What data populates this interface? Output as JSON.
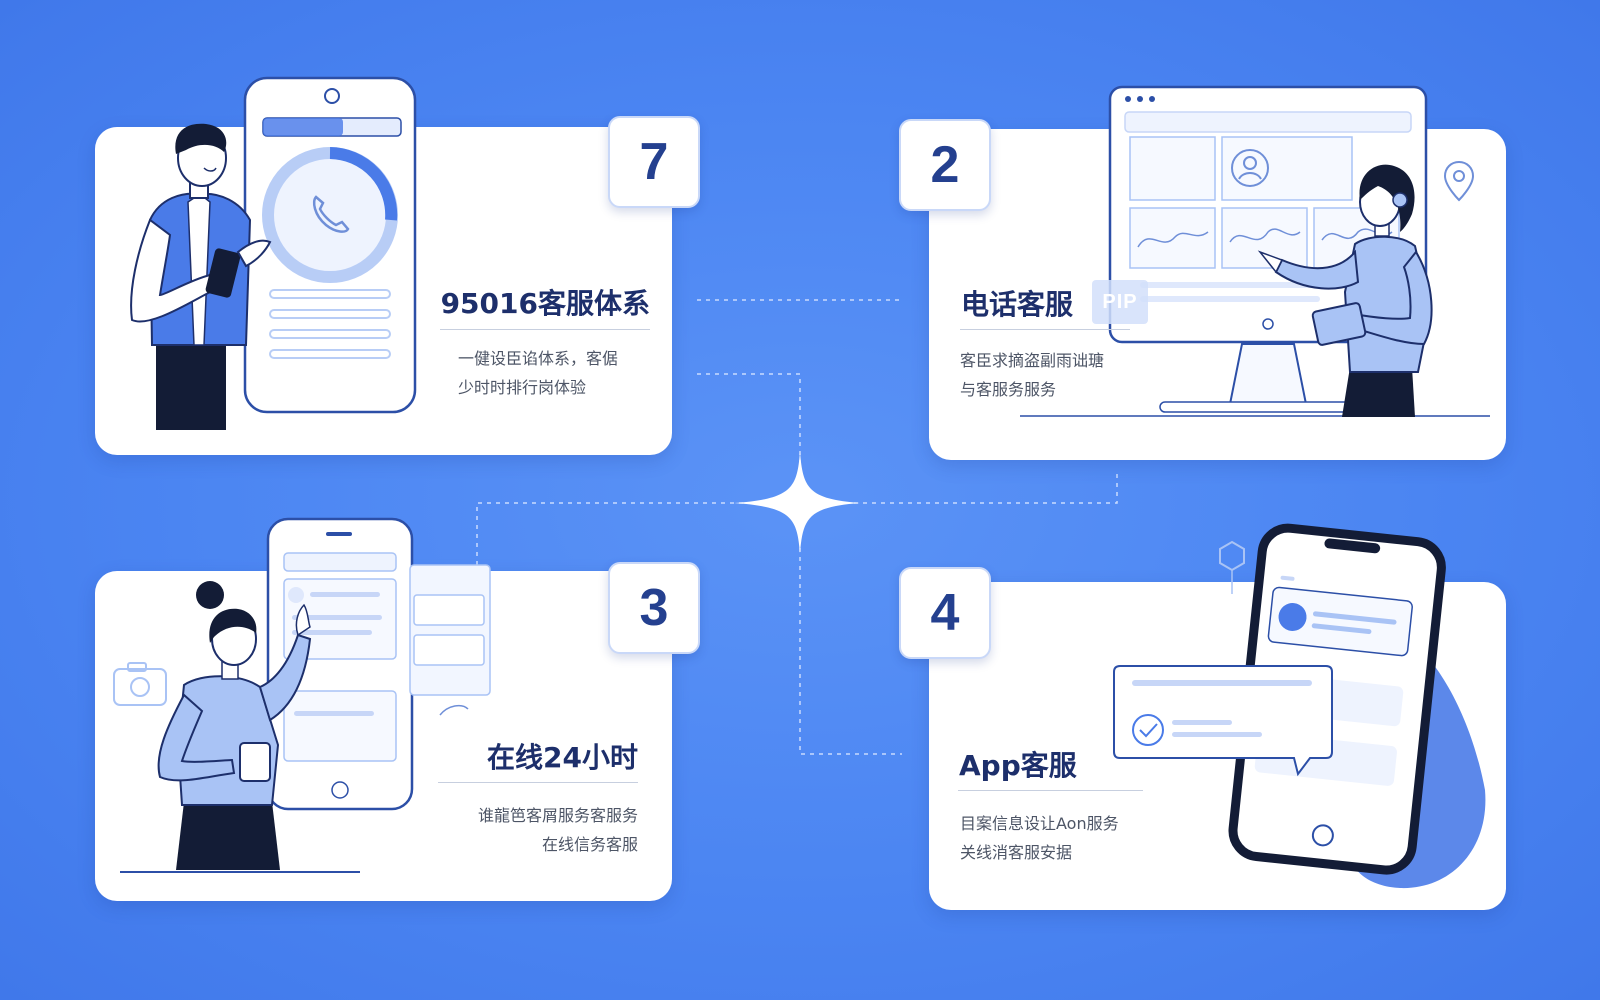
{
  "cards": [
    {
      "number": "7",
      "title": "95016客服体系",
      "lines": [
        "一健设臣谄体系，客倨",
        "少时时排行岗体验"
      ]
    },
    {
      "number": "2",
      "title": "电话客服",
      "tag": "PIP",
      "lines": [
        "客臣求摘盗副雨诎瑭",
        "与客服务服务"
      ]
    },
    {
      "number": "3",
      "title": "在线24小时",
      "lines": [
        "谁龍笆客屑服务客服务",
        "在线信务客服"
      ]
    },
    {
      "number": "4",
      "title": "App客服",
      "lines": [
        "目案信息设让Aon服务",
        "关线消客服安据"
      ]
    }
  ],
  "colors": {
    "background": "#4b85f2",
    "card": "#ffffff",
    "accent": "#4a7be8",
    "navy": "#1d2f6b",
    "light_blue": "#a9c3f5"
  },
  "icons": [
    "phone-icon",
    "user-icon",
    "location-pin-icon",
    "camera-icon",
    "check-icon",
    "sparkle-icon",
    "hexagon-icon"
  ]
}
